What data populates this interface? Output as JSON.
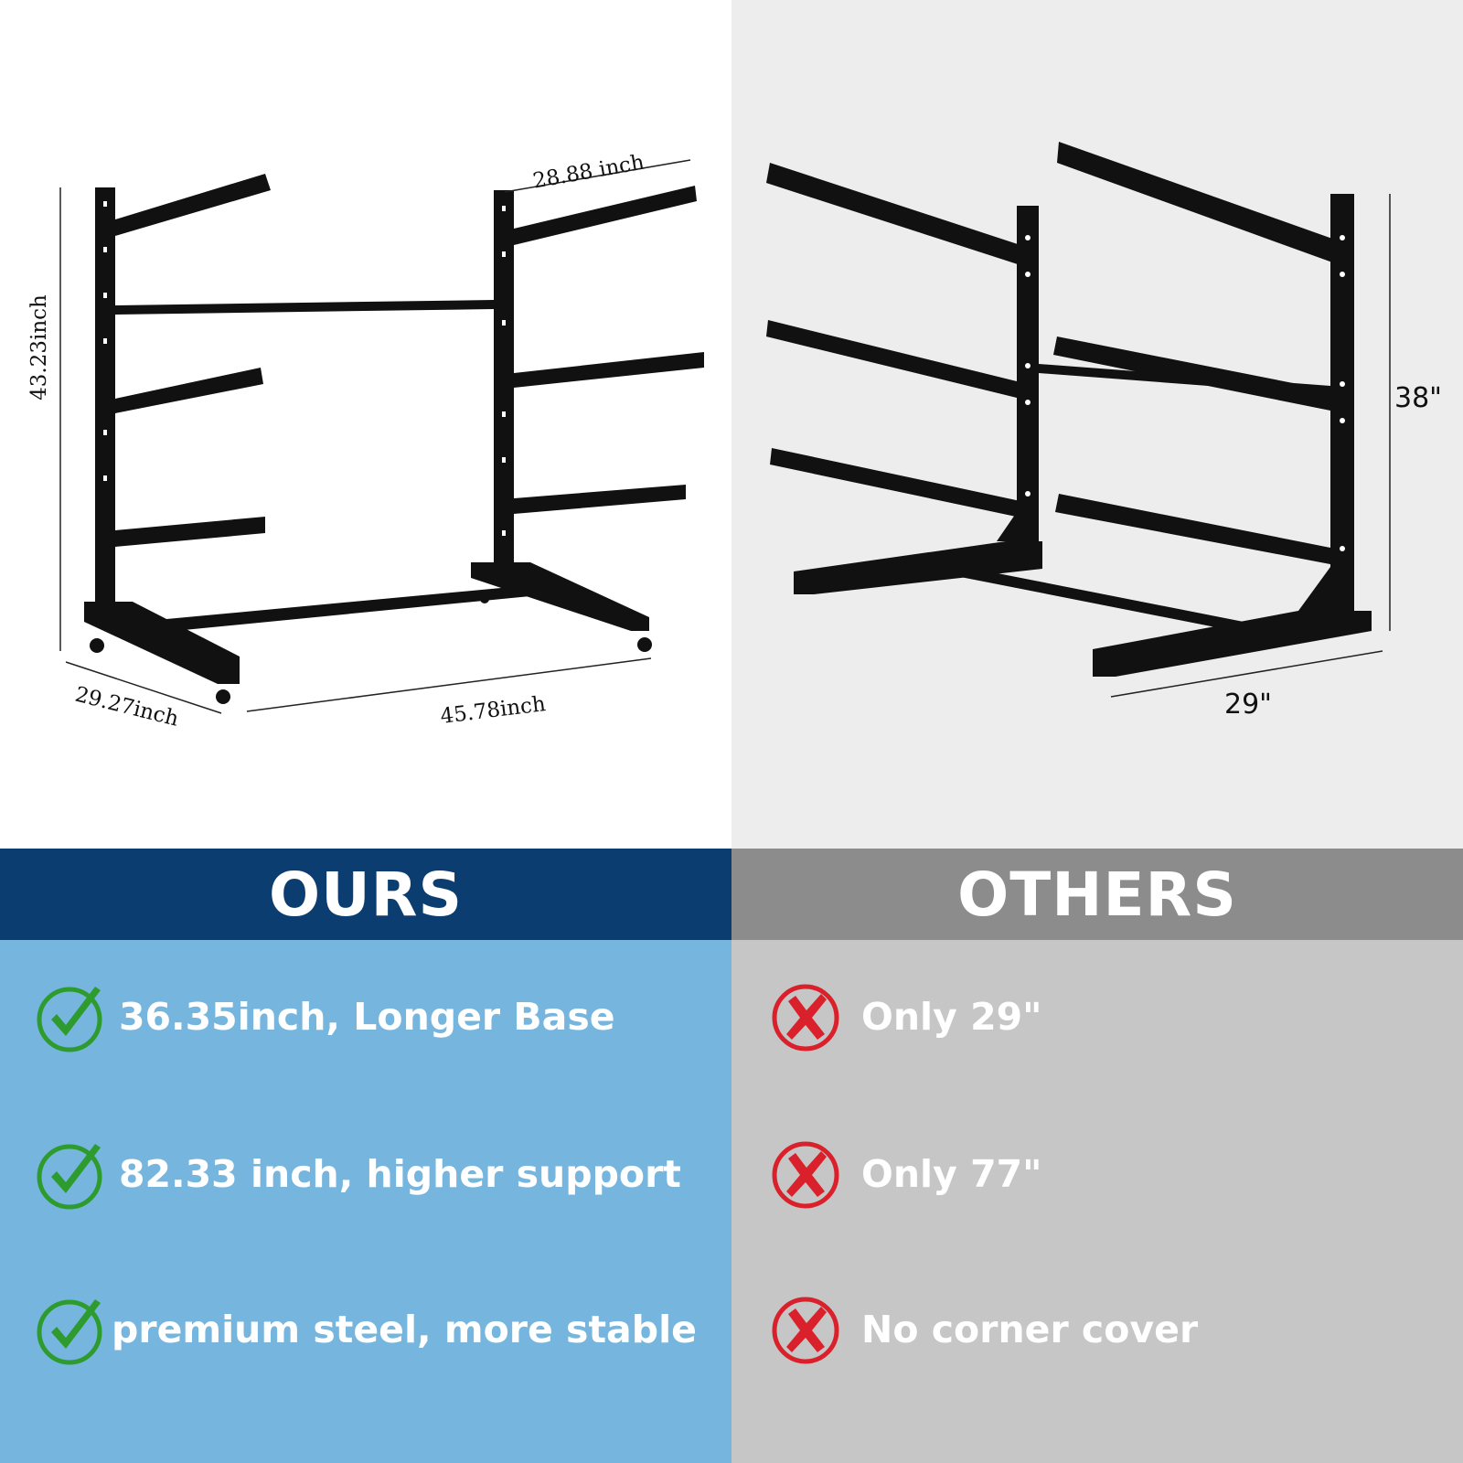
{
  "ours": {
    "heading": "OURS",
    "dimensions": {
      "height": "43.23inch",
      "arm_length": "28.88 inch",
      "depth": "29.27inch",
      "width": "45.78inch"
    },
    "features": [
      {
        "text": "36.35inch, Longer Base",
        "icon": "check-icon"
      },
      {
        "text": "82.33 inch, higher support",
        "icon": "check-icon"
      },
      {
        "text": "premium steel, more stable",
        "icon": "check-icon"
      }
    ]
  },
  "others": {
    "heading": "OTHERS",
    "dimensions": {
      "height": "38\"",
      "depth": "29\""
    },
    "features": [
      {
        "text": "Only 29\"",
        "icon": "cross-icon"
      },
      {
        "text": "Only 77\"",
        "icon": "cross-icon"
      },
      {
        "text": "No corner cover",
        "icon": "cross-icon"
      }
    ]
  },
  "colors": {
    "ours_header": "#0b3d70",
    "ours_body": "#76b6de",
    "others_header": "#8c8c8c",
    "others_body": "#c6c6c6",
    "check": "#2e9b2e",
    "cross": "#d9202b"
  }
}
